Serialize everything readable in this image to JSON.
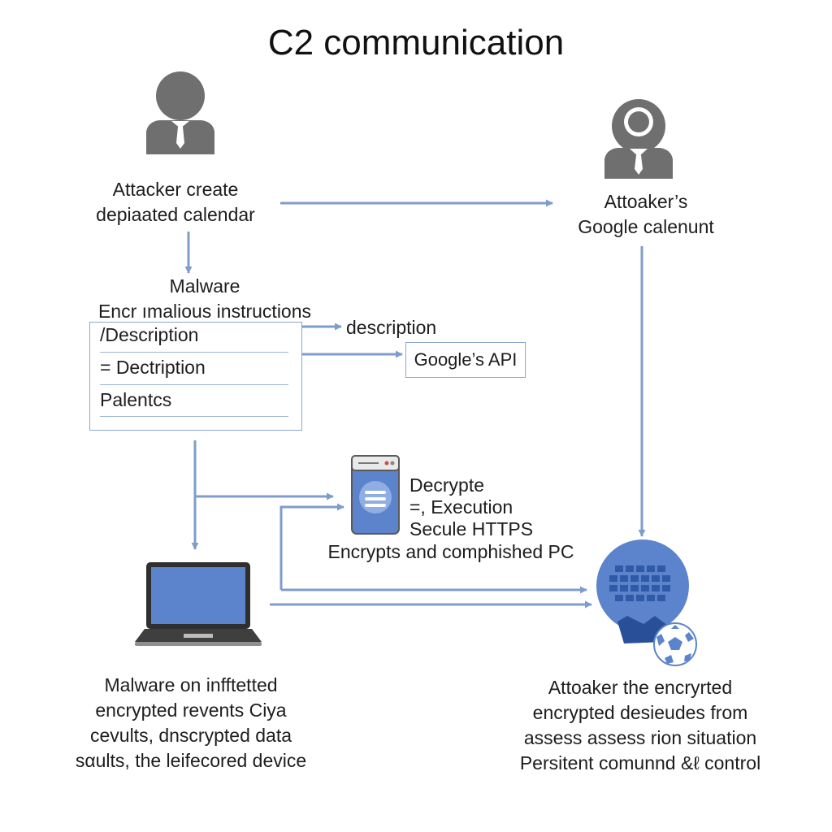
{
  "title": "C2 communication",
  "attacker": {
    "line1": "Attacker create",
    "line2": "depiaated calendar"
  },
  "attacker_account": {
    "line1": "Attoaker’s",
    "line2": "Google calenunt"
  },
  "malware": {
    "line1": "Malware",
    "line2": "Encr ımalious instructions"
  },
  "event_box": {
    "rows": [
      "/Description",
      "= Dectription",
      "Palentcs"
    ]
  },
  "description_label": "description",
  "google_api_label": "Google’s API",
  "server": {
    "line1": "Decrypte",
    "line2": "=, Execution",
    "line3": "Secule HTTPS",
    "line4": "Encrypts and comphished PC"
  },
  "infected": {
    "line1": "Malware on infftetted",
    "line2": "encrypted revents Ciya",
    "line3": "cevults, dnscrypted data",
    "line4": "sαults,  the leifecored device"
  },
  "attacker_result": {
    "line1": "Attoaker the encryrted",
    "line2": "encrypted desieudes from",
    "line3": "assess assess rion situation",
    "line4": "Persitent comunnd &ℓ control"
  },
  "colors": {
    "arrow": "#7f9dcb",
    "icon_gray": "#6f6f6f",
    "accent_blue": "#5b84cc"
  },
  "icons": [
    "attacker-person-icon",
    "hooded-attacker-icon",
    "server-icon",
    "laptop-icon",
    "globe-grid-icon",
    "soccer-ball-icon"
  ]
}
